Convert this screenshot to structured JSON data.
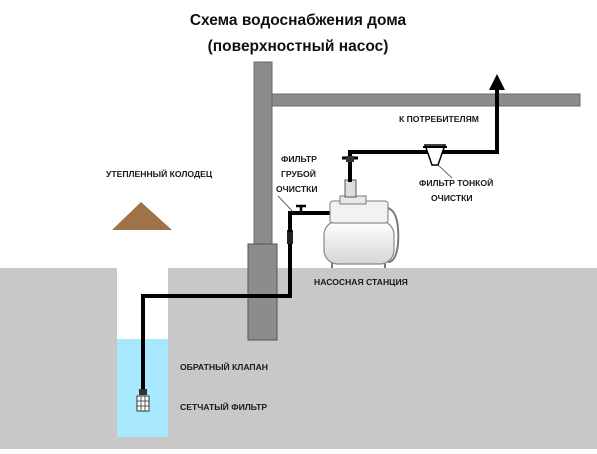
{
  "title": {
    "line1": "Схема водоснабжения дома",
    "line2": "(поверхностный насос)"
  },
  "labels": {
    "insulated_well": "УТЕПЛЕННЫЙ КОЛОДЕЦ",
    "to_consumers": "К ПОТРЕБИТЕЛЯМ",
    "coarse_filter_1": "ФИЛЬТР",
    "coarse_filter_2": "ГРУБОЙ",
    "coarse_filter_3": "ОЧИСТКИ",
    "fine_filter_1": "ФИЛЬТР ТОНКОЙ",
    "fine_filter_2": "ОЧИСТКИ",
    "pump_station": "НАСОСНАЯ СТАНЦИЯ",
    "check_valve": "ОБРАТНЫЙ КЛАПАН",
    "mesh_filter": "СЕТЧАТЫЙ ФИЛЬТР"
  },
  "colors": {
    "ground": "#c8c8c8",
    "house_structure": "#8c8c8c",
    "water": "#a8e8ff",
    "well_roof": "#a0724a",
    "pipe": "#000000"
  }
}
